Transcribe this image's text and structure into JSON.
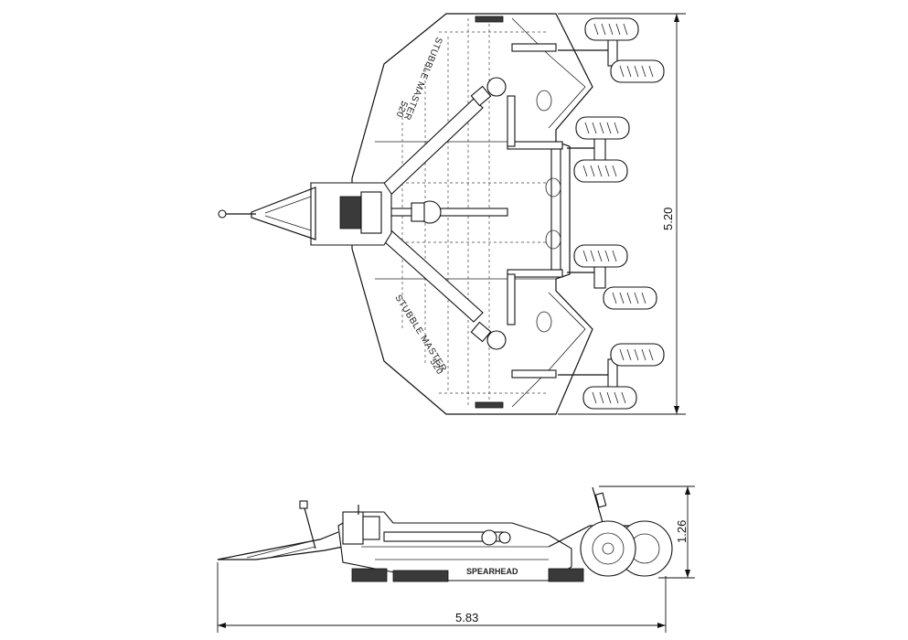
{
  "dimensions": {
    "width_top_view": "5.20",
    "height_side_view": "1.26",
    "length_side_view": "5.83"
  },
  "branding": {
    "deck_text_upper": "STUBBLE MASTER",
    "deck_text_upper_model": "520",
    "deck_text_lower": "STUBBLE MASTER",
    "deck_text_lower_model": "520",
    "side_text": "SPEARHEAD"
  }
}
